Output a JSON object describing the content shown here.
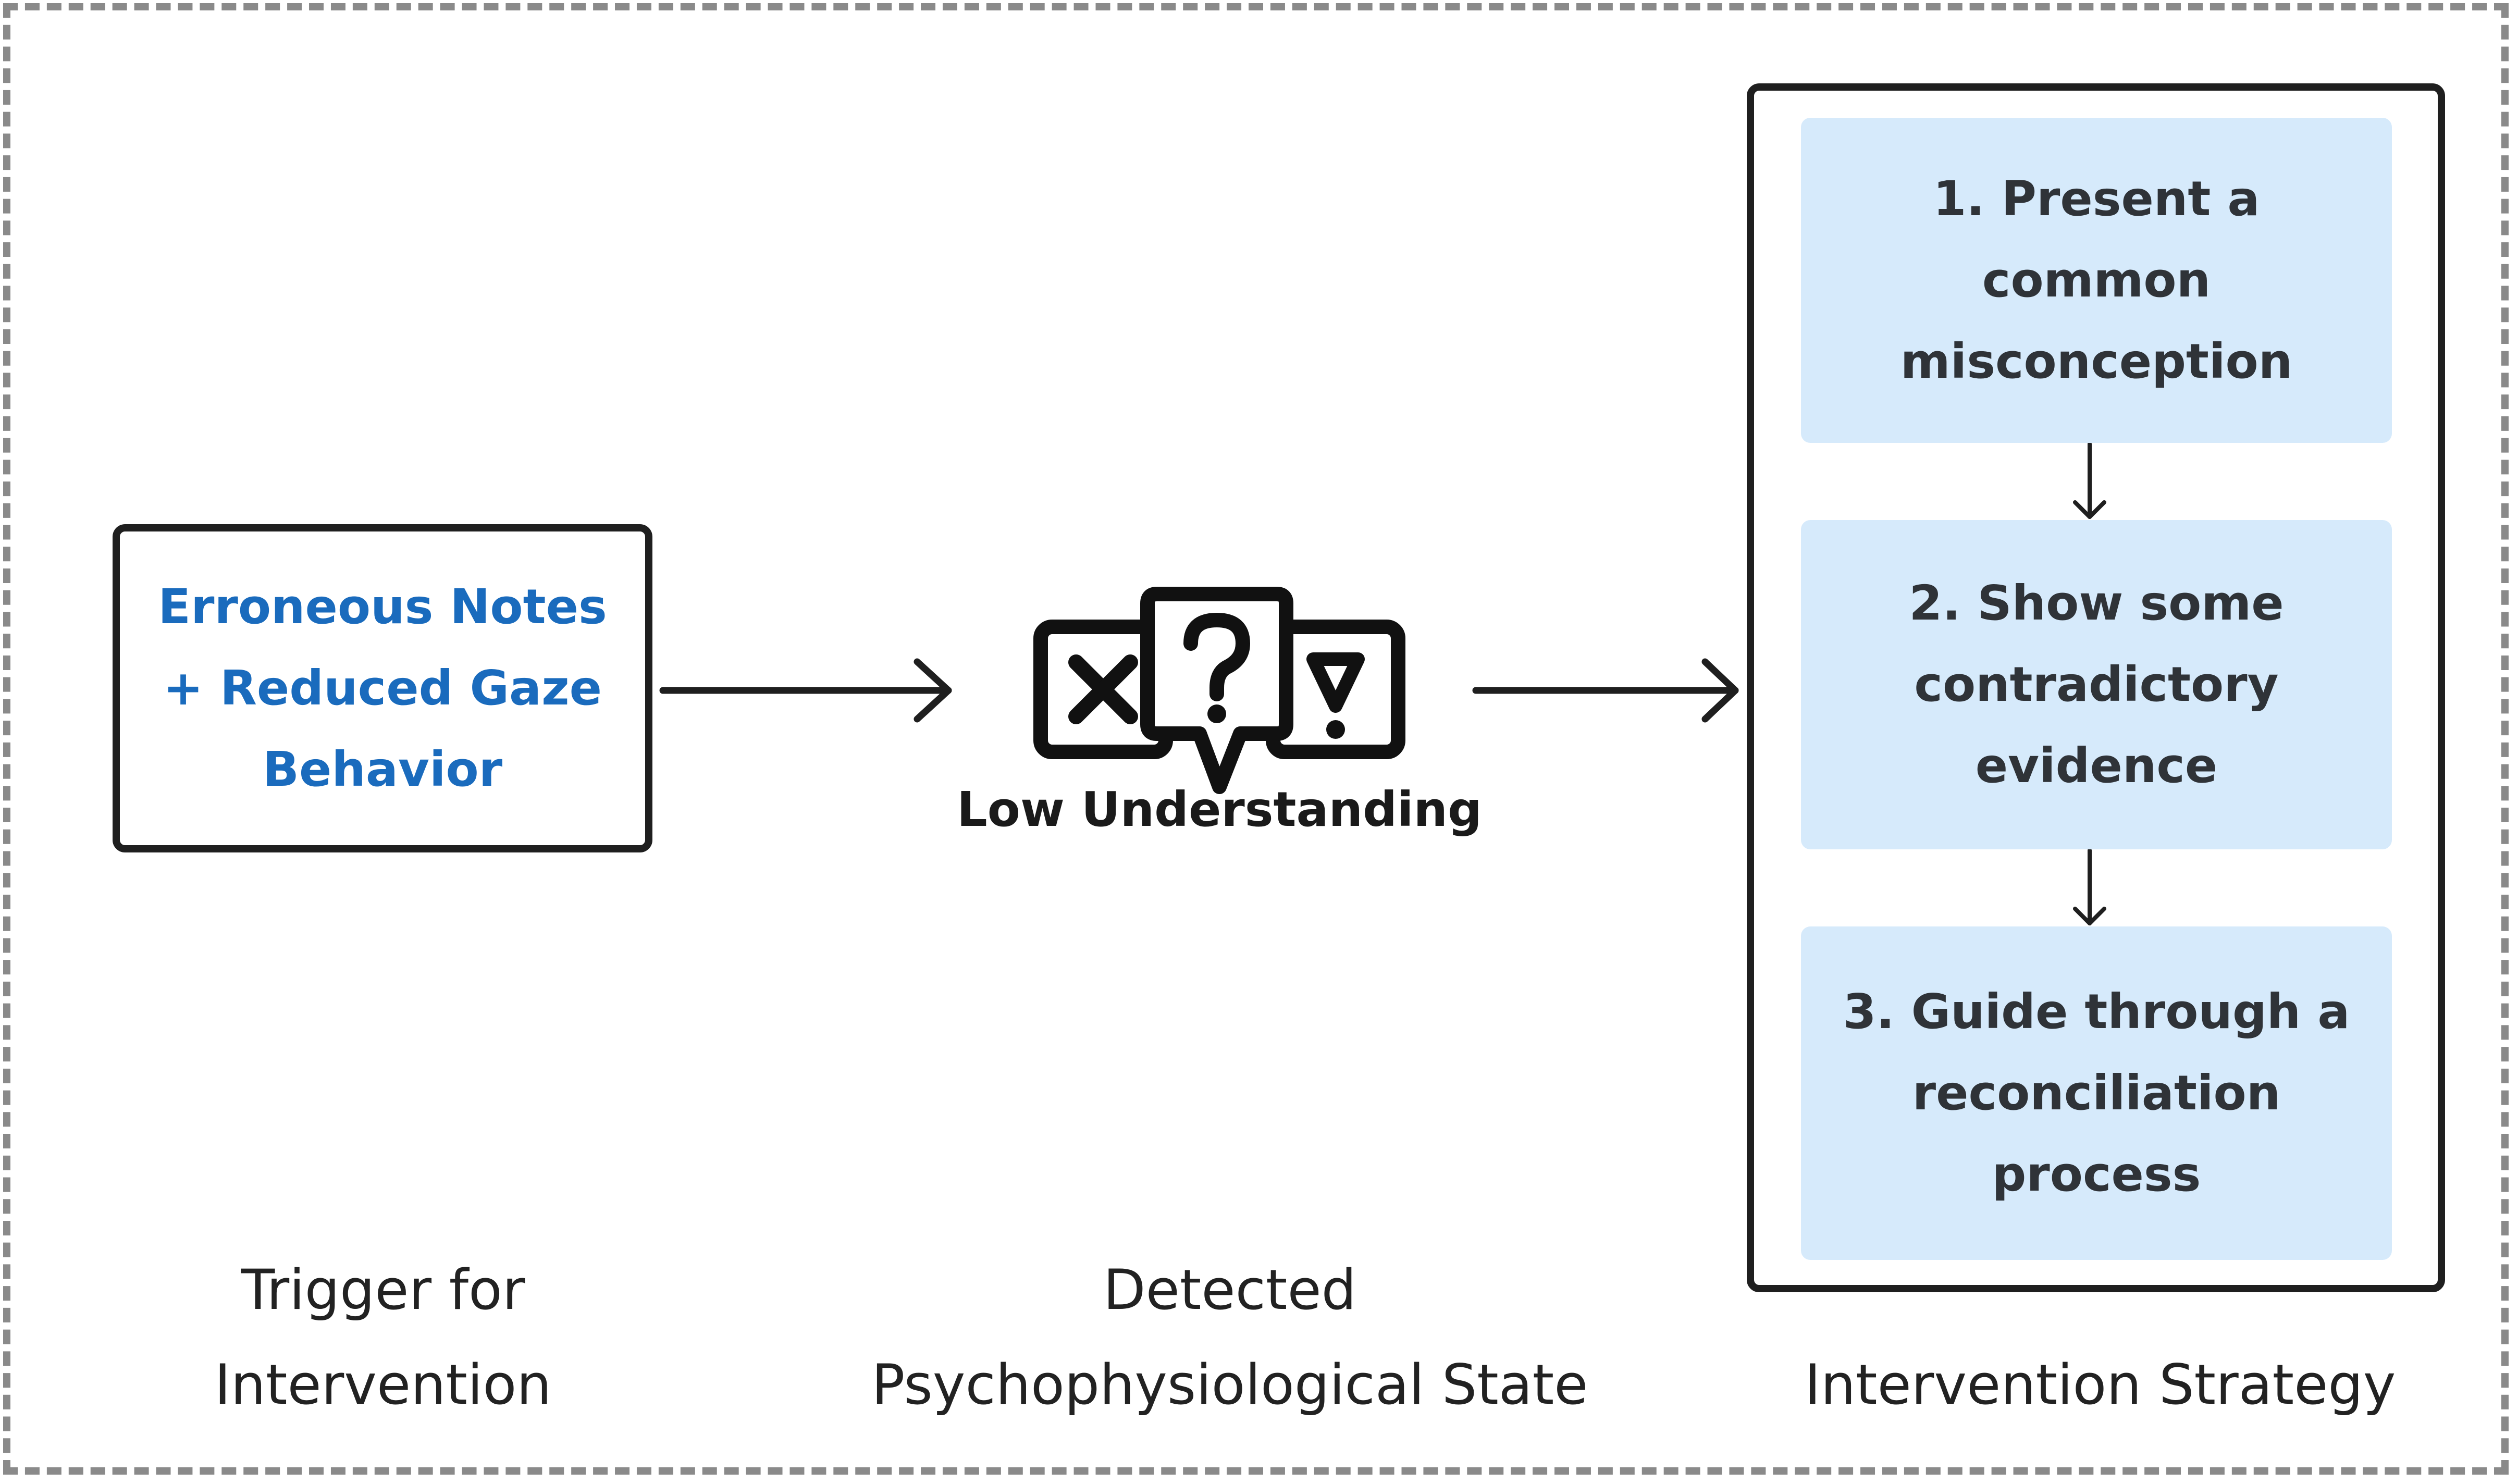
{
  "trigger": {
    "text": "Erroneous Notes\n+ Reduced Gaze\nBehavior",
    "caption": "Trigger for\nIntervention"
  },
  "state": {
    "label": "Low Understanding",
    "caption": "Detected\nPsychophysiological State"
  },
  "strategy": {
    "steps": [
      "1. Present a\ncommon\nmisconception",
      "2. Show some\ncontradictory\nevidence",
      "3. Guide through a\nreconciliation\nprocess"
    ],
    "caption": "Intervention Strategy"
  },
  "colors": {
    "trigger_text": "#1a6bbd",
    "step_fill": "#d6eafb",
    "border": "#1f1f1f",
    "frame": "#8a8a8a"
  },
  "icons": [
    "x-bubble-icon",
    "question-bubble-icon",
    "exclamation-bubble-icon"
  ]
}
